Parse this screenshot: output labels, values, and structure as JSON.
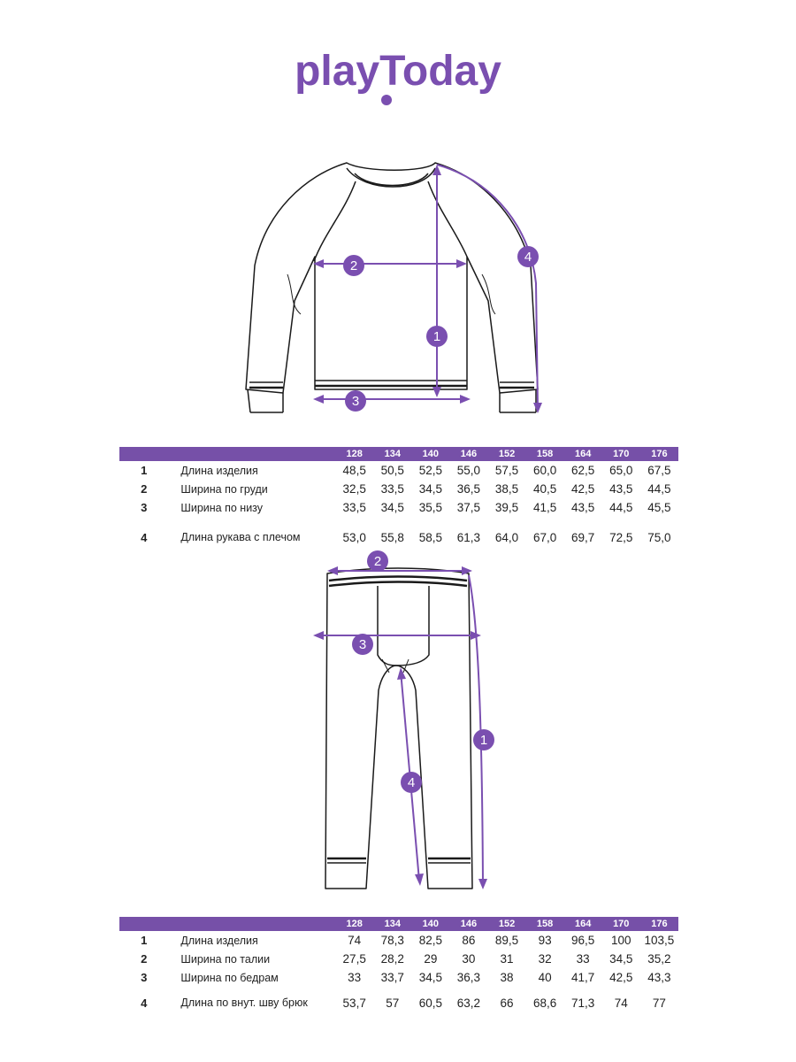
{
  "brand": {
    "logo_text": "playToday",
    "color": "#7a4fb0"
  },
  "markers": {
    "one": "1",
    "two": "2",
    "three": "3",
    "four": "4"
  },
  "top_table": {
    "sizes": [
      "128",
      "134",
      "140",
      "146",
      "152",
      "158",
      "164",
      "170",
      "176"
    ],
    "rows": [
      {
        "num": "1",
        "name": "Длина изделия",
        "values": [
          "48,5",
          "50,5",
          "52,5",
          "55,0",
          "57,5",
          "60,0",
          "62,5",
          "65,0",
          "67,5"
        ]
      },
      {
        "num": "2",
        "name": "Ширина по груди",
        "values": [
          "32,5",
          "33,5",
          "34,5",
          "36,5",
          "38,5",
          "40,5",
          "42,5",
          "43,5",
          "44,5"
        ]
      },
      {
        "num": "3",
        "name": "Ширина по низу",
        "values": [
          "33,5",
          "34,5",
          "35,5",
          "37,5",
          "39,5",
          "41,5",
          "43,5",
          "44,5",
          "45,5"
        ]
      },
      {
        "num": "4",
        "name": "Длина рукава с плечом",
        "values": [
          "53,0",
          "55,8",
          "58,5",
          "61,3",
          "64,0",
          "67,0",
          "69,7",
          "72,5",
          "75,0"
        ]
      }
    ]
  },
  "bottom_table": {
    "sizes": [
      "128",
      "134",
      "140",
      "146",
      "152",
      "158",
      "164",
      "170",
      "176"
    ],
    "rows": [
      {
        "num": "1",
        "name": "Длина изделия",
        "values": [
          "74",
          "78,3",
          "82,5",
          "86",
          "89,5",
          "93",
          "96,5",
          "100",
          "103,5"
        ]
      },
      {
        "num": "2",
        "name": "Ширина по талии",
        "values": [
          "27,5",
          "28,2",
          "29",
          "30",
          "31",
          "32",
          "33",
          "34,5",
          "35,2"
        ]
      },
      {
        "num": "3",
        "name": "Ширина по бедрам",
        "values": [
          "33",
          "33,7",
          "34,5",
          "36,3",
          "38",
          "40",
          "41,7",
          "42,5",
          "43,3"
        ]
      },
      {
        "num": "4",
        "name": "Длина по внут. шву брюк",
        "values": [
          "53,7",
          "57",
          "60,5",
          "63,2",
          "66",
          "68,6",
          "71,3",
          "74",
          "77"
        ]
      }
    ]
  }
}
